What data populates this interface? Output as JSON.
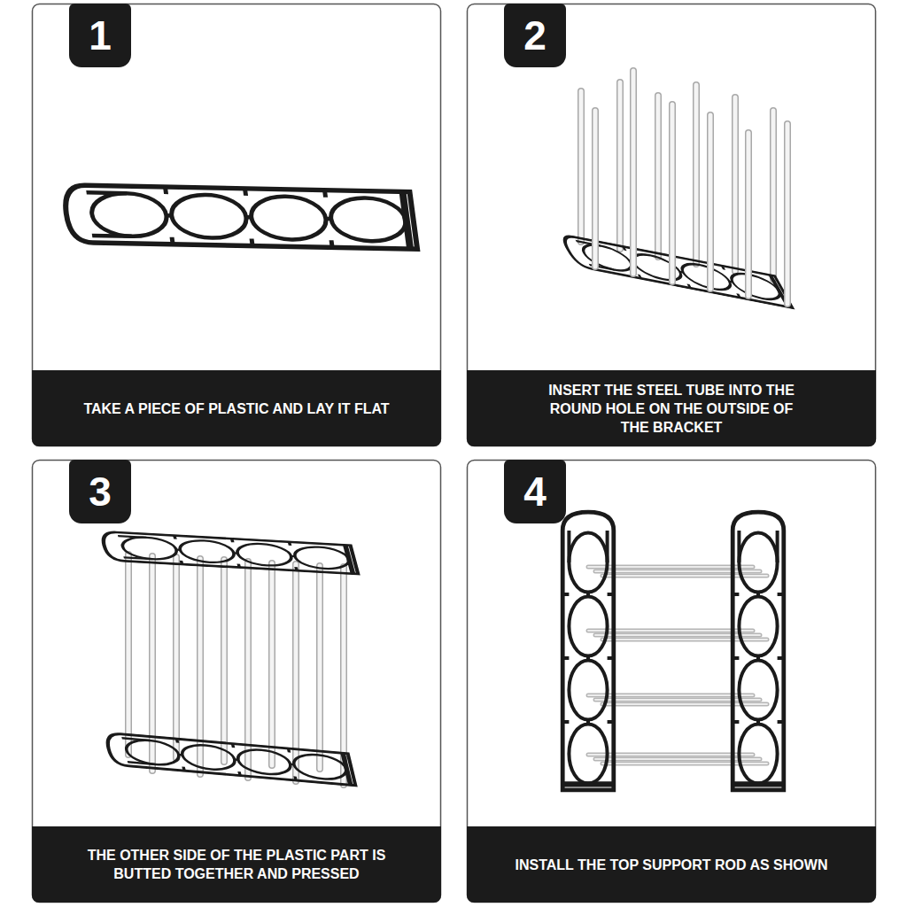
{
  "diagram": {
    "nodes": [
      {
        "text": [
          "1"
        ]
      },
      {
        "text": [
          "TAKE A PIECE OF PLASTIC AND LAY IT FLAT"
        ]
      },
      {
        "text": [
          "2"
        ]
      },
      {
        "text": [
          "INSERT THE STEEL TUBE INTO THE ROUND HOLE ON THE OUTSIDE OF THE BRACKET"
        ]
      },
      {
        "text": [
          "3"
        ]
      },
      {
        "text": [
          "THE OTHER SIDE OF THE PLASTIC PART IS BUTTED TOGETHER AND PRESSED"
        ]
      },
      {
        "text": [
          "4"
        ]
      },
      {
        "text": [
          "INSTALL THE TOP SUPPORT ROD AS SHOWN"
        ]
      }
    ]
  }
}
